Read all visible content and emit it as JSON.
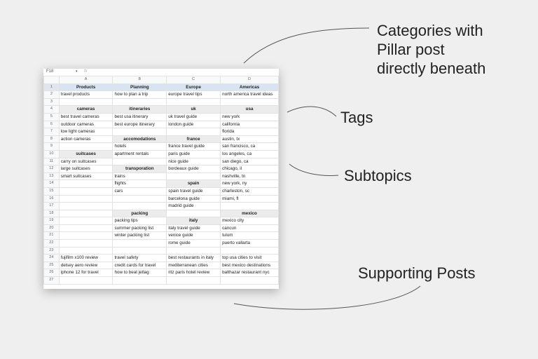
{
  "formula_bar": {
    "cell_ref": "F18",
    "dropdown_glyph": "▾",
    "fx_label": "fx"
  },
  "columns": [
    "A",
    "B",
    "C",
    "D"
  ],
  "rows": [
    {
      "num": "1",
      "cells": [
        "Products",
        "Planning",
        "Europe",
        "Americas"
      ],
      "hdr": [
        true,
        true,
        true,
        true
      ]
    },
    {
      "num": "2",
      "cells": [
        "travel products",
        "how to plan a trip",
        "europe travel tips",
        "north america travel ideas"
      ],
      "hdr": [
        false,
        false,
        false,
        false
      ]
    },
    {
      "num": "3",
      "cells": [
        "",
        "",
        "",
        ""
      ],
      "hdr": [
        false,
        false,
        false,
        false
      ]
    },
    {
      "num": "4",
      "cells": [
        "cameras",
        "itineraries",
        "uk",
        "usa"
      ],
      "hdr": [
        true,
        true,
        true,
        true
      ]
    },
    {
      "num": "5",
      "cells": [
        "best travel cameras",
        "best usa itinerary",
        "uk travel guide",
        "new york"
      ],
      "hdr": [
        false,
        false,
        false,
        false
      ]
    },
    {
      "num": "6",
      "cells": [
        "outdoor cameras",
        "best europe itinerary",
        "london guide",
        "california"
      ],
      "hdr": [
        false,
        false,
        false,
        false
      ]
    },
    {
      "num": "7",
      "cells": [
        "low light cameras",
        "",
        "",
        "florida"
      ],
      "hdr": [
        false,
        false,
        false,
        false
      ]
    },
    {
      "num": "8",
      "cells": [
        "action cameras",
        "accomodations",
        "france",
        "austin, tx"
      ],
      "hdr": [
        false,
        true,
        true,
        false
      ]
    },
    {
      "num": "9",
      "cells": [
        "",
        "hotels",
        "france travel guide",
        "san francisco, ca"
      ],
      "hdr": [
        false,
        false,
        false,
        false
      ]
    },
    {
      "num": "10",
      "cells": [
        "suitcases",
        "apartment rentals",
        "paris guide",
        "los angeles, ca"
      ],
      "hdr": [
        true,
        false,
        false,
        false
      ]
    },
    {
      "num": "11",
      "cells": [
        "carry on suitcases",
        "",
        "nice guide",
        "san diego, ca"
      ],
      "hdr": [
        false,
        false,
        false,
        false
      ]
    },
    {
      "num": "12",
      "cells": [
        "large suitcases",
        "transporation",
        "bordeaux guide",
        "chicago, il"
      ],
      "hdr": [
        false,
        true,
        false,
        false
      ]
    },
    {
      "num": "13",
      "cells": [
        "smart suitcases",
        "trains",
        "",
        "nashville, tn"
      ],
      "hdr": [
        false,
        false,
        false,
        false
      ]
    },
    {
      "num": "14",
      "cells": [
        "",
        "flights",
        "spain",
        "new york, ny"
      ],
      "hdr": [
        false,
        false,
        true,
        false
      ]
    },
    {
      "num": "15",
      "cells": [
        "",
        "cars",
        "spain travel guide",
        "charleston, sc"
      ],
      "hdr": [
        false,
        false,
        false,
        false
      ]
    },
    {
      "num": "16",
      "cells": [
        "",
        "",
        "barcelona guide",
        "miami, fl"
      ],
      "hdr": [
        false,
        false,
        false,
        false
      ]
    },
    {
      "num": "17",
      "cells": [
        "",
        "",
        "madrid guide",
        ""
      ],
      "hdr": [
        false,
        false,
        false,
        false
      ]
    },
    {
      "num": "18",
      "cells": [
        "",
        "packing",
        "",
        "mexico"
      ],
      "hdr": [
        false,
        true,
        false,
        true
      ]
    },
    {
      "num": "19",
      "cells": [
        "",
        "packing tips",
        "italy",
        "mexico city"
      ],
      "hdr": [
        false,
        false,
        true,
        false
      ]
    },
    {
      "num": "20",
      "cells": [
        "",
        "summer packing list",
        "italy travel guide",
        "cancun"
      ],
      "hdr": [
        false,
        false,
        false,
        false
      ]
    },
    {
      "num": "21",
      "cells": [
        "",
        "winter packing list",
        "venice guide",
        "tulum"
      ],
      "hdr": [
        false,
        false,
        false,
        false
      ]
    },
    {
      "num": "22",
      "cells": [
        "",
        "",
        "rome guide",
        "puerto vallarta"
      ],
      "hdr": [
        false,
        false,
        false,
        false
      ]
    },
    {
      "num": "23",
      "cells": [
        "",
        "",
        "",
        ""
      ],
      "hdr": [
        false,
        false,
        false,
        false
      ]
    },
    {
      "num": "24",
      "cells": [
        "fujifilm x100 review",
        "travel safety",
        "best restaurants in italy",
        "top usa cities to visit"
      ],
      "hdr": [
        false,
        false,
        false,
        false
      ]
    },
    {
      "num": "25",
      "cells": [
        "delsey aero review",
        "credit cards for travel",
        "mediterranean cities",
        "best mexico destinations"
      ],
      "hdr": [
        false,
        false,
        false,
        false
      ]
    },
    {
      "num": "26",
      "cells": [
        "iphone 12 for travel",
        "how to beat jetlag",
        "ritz paris hotel review",
        "balthazar restaurant nyc"
      ],
      "hdr": [
        false,
        false,
        false,
        false
      ]
    },
    {
      "num": "27",
      "cells": [
        "",
        "",
        "",
        ""
      ],
      "hdr": [
        false,
        false,
        false,
        false
      ]
    }
  ],
  "annotations": {
    "categories_line1": "Categories with",
    "categories_line2": "Pillar post",
    "categories_line3": "directly beneath",
    "tags": "Tags",
    "subtopics": "Subtopics",
    "supporting": "Supporting Posts"
  },
  "colors": {
    "header_fill": "#d9e4f2",
    "subheader_fill": "#ececec",
    "background": "#efefef"
  }
}
